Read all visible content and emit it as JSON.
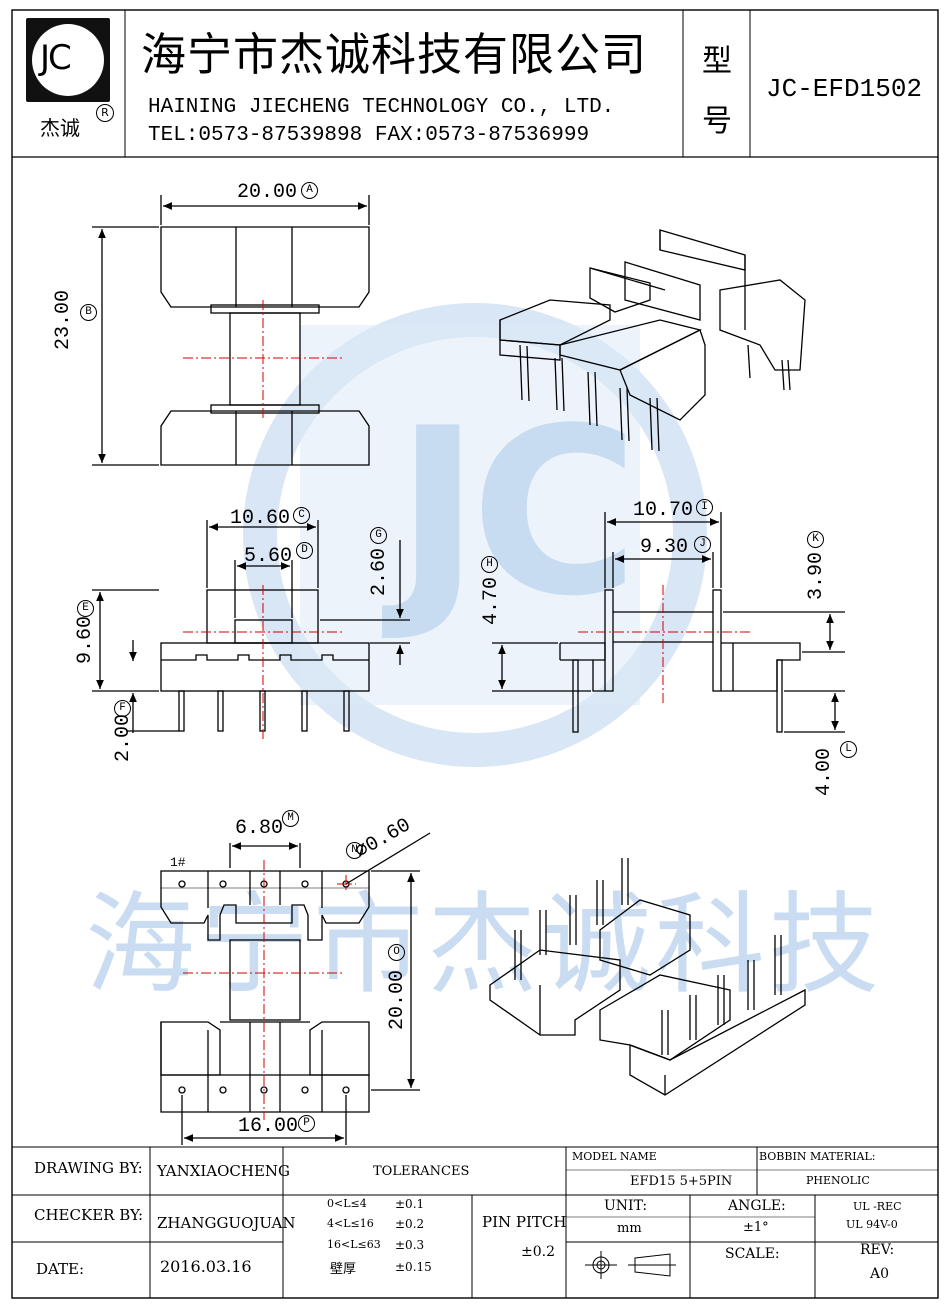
{
  "header": {
    "logo_text": "JC",
    "logo_caption": "杰诚",
    "registered_mark": "R",
    "company_cn": "海宁市杰诚科技有限公司",
    "company_en": "HAINING JIECHENG TECHNOLOGY CO., LTD.",
    "contact": "TEL:0573-87539898   FAX:0573-87536999",
    "model_label_1": "型",
    "model_label_2": "号",
    "model_no": "JC-EFD1502"
  },
  "watermark": {
    "letters": "JC",
    "text_cn": "海宁市杰诚科技",
    "color": "#cfe0f3"
  },
  "dimensions": {
    "A": {
      "value": "20.00",
      "tag": "A"
    },
    "B": {
      "value": "23.00",
      "tag": "B"
    },
    "C": {
      "value": "10.60",
      "tag": "C"
    },
    "D": {
      "value": "5.60",
      "tag": "D"
    },
    "E": {
      "value": "9.60",
      "tag": "E"
    },
    "F": {
      "value": "2.00",
      "tag": "F"
    },
    "G": {
      "value": "2.60",
      "tag": "G"
    },
    "H": {
      "value": "4.70",
      "tag": "H"
    },
    "I": {
      "value": "10.70",
      "tag": "I"
    },
    "J": {
      "value": "9.30",
      "tag": "J"
    },
    "K": {
      "value": "3.90",
      "tag": "K"
    },
    "L": {
      "value": "4.00",
      "tag": "L"
    },
    "M": {
      "value": "6.80",
      "tag": "M"
    },
    "N": {
      "value": "∅0.60",
      "tag": "N"
    },
    "O": {
      "value": "20.00",
      "tag": "O"
    },
    "P": {
      "value": "16.00",
      "tag": "P"
    },
    "pin1": "1#"
  },
  "title_block": {
    "drawing_by_label": "DRAWING  BY:",
    "drawing_by_value": "YANXIAOCHENG",
    "checker_by_label": "CHECKER  BY:",
    "checker_by_value": "ZHANGGUOJUAN",
    "date_label": "DATE:",
    "date_value": "2016.03.16",
    "tolerances_label": "TOLERANCES",
    "tol_rows": [
      {
        "range": "0<L≤4",
        "value": "±0.1"
      },
      {
        "range": "4<L≤16",
        "value": "±0.2"
      },
      {
        "range": "16<L≤63",
        "value": "±0.3"
      },
      {
        "range": "壁厚",
        "value": "±0.15"
      }
    ],
    "pin_pitch_label": "PIN PITCH",
    "pin_pitch_value": "±0.2",
    "model_name_label": "MODEL NAME",
    "model_name_value": "EFD15 5+5PIN",
    "bobbin_material_label": "BOBBIN MATERIAL:",
    "bobbin_material_value": "PHENOLIC",
    "unit_label": "UNIT:",
    "unit_value": "mm",
    "angle_label": "ANGLE:",
    "angle_value": "±1°",
    "ul_1": "UL -REC",
    "ul_2": "UL  94V-0",
    "scale_label": "SCALE:",
    "rev_label": "REV:",
    "rev_value": "A0"
  }
}
